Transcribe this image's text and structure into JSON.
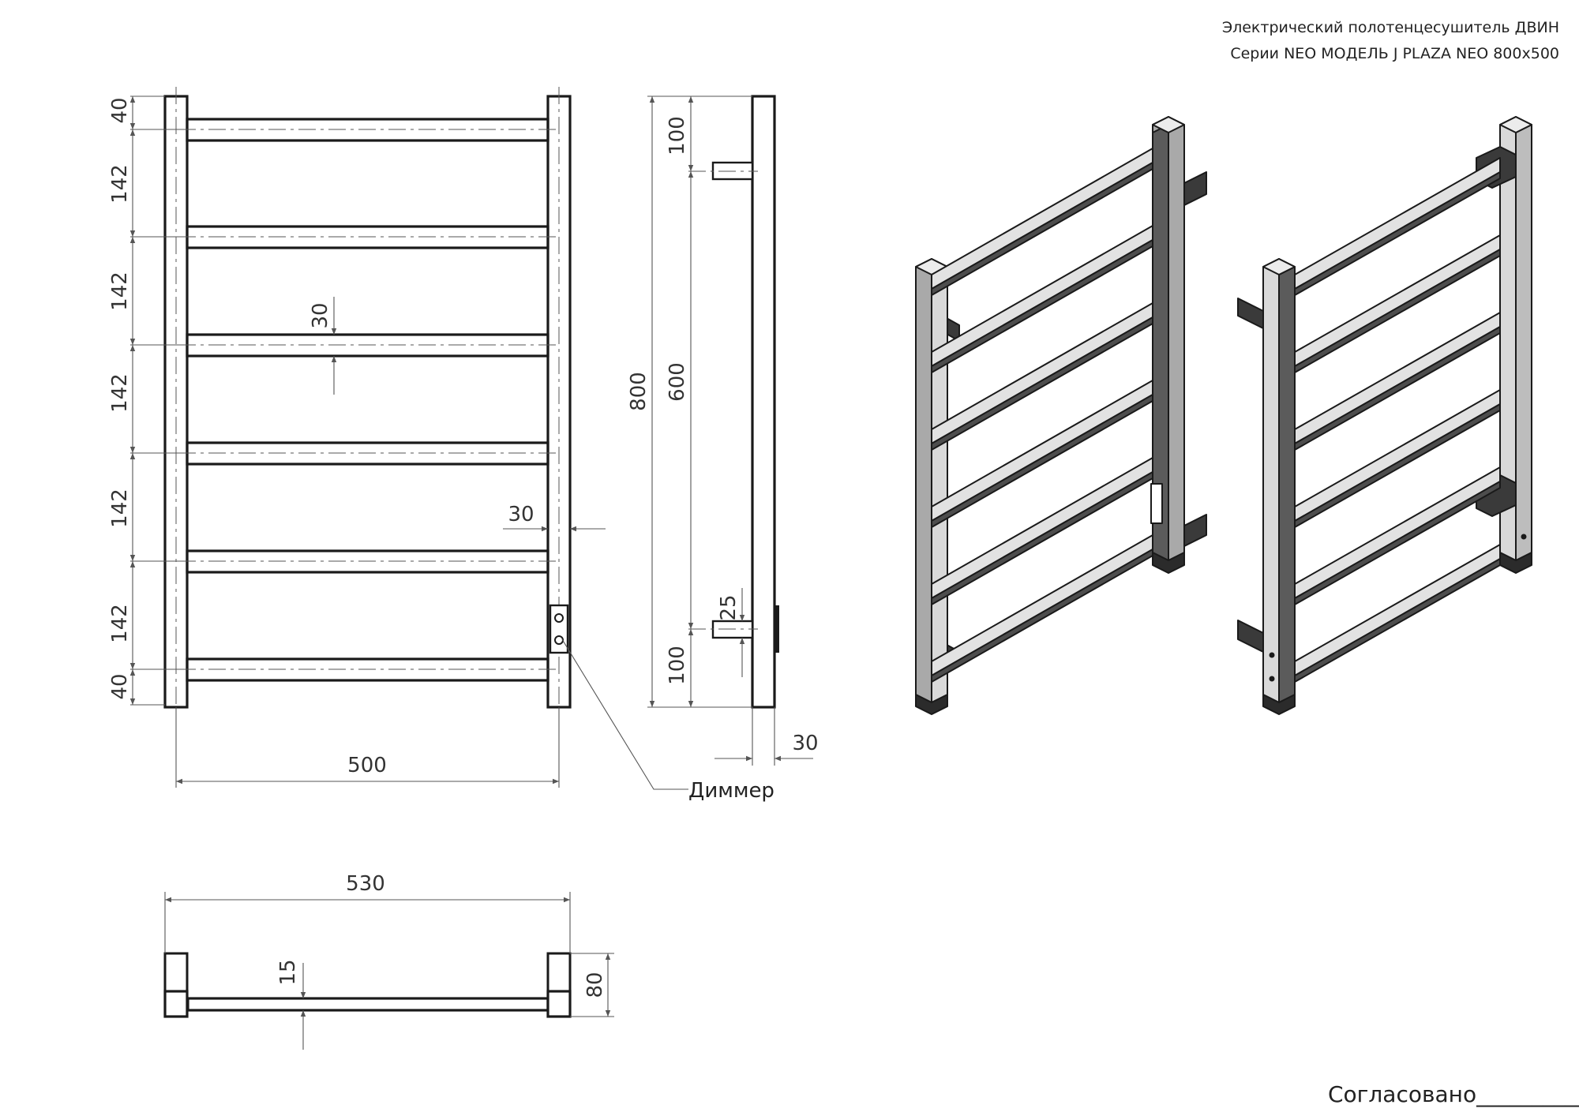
{
  "header": {
    "line1": "Электрический полотенцесушитель ДВИН",
    "line2": "Серии NEO МОДЕЛЬ J  PLAZA NEO 800х500"
  },
  "front_view": {
    "dim_40_top": "40",
    "dim_142_a": "142",
    "dim_142_b": "142",
    "dim_142_c": "142",
    "dim_142_d": "142",
    "dim_142_e": "142",
    "dim_40_bottom": "40",
    "dim_30_bar": "30",
    "dim_30_rail": "30",
    "dim_500": "500",
    "dimmer_label": "Диммер"
  },
  "side_view": {
    "dim_100_top": "100",
    "dim_600": "600",
    "dim_800": "800",
    "dim_25": "25",
    "dim_100_bottom": "100",
    "dim_30_depth": "30"
  },
  "top_view": {
    "dim_530": "530",
    "dim_15": "15",
    "dim_80": "80"
  },
  "footer": {
    "approved": "Согласовано____________"
  },
  "colors": {
    "line": "#1a1a1a",
    "thin": "#555555",
    "metal_light": "#d9d9d9",
    "metal_mid": "#a9a9a9",
    "metal_dark": "#5b5b5b",
    "bracket": "#3a3a3a"
  }
}
